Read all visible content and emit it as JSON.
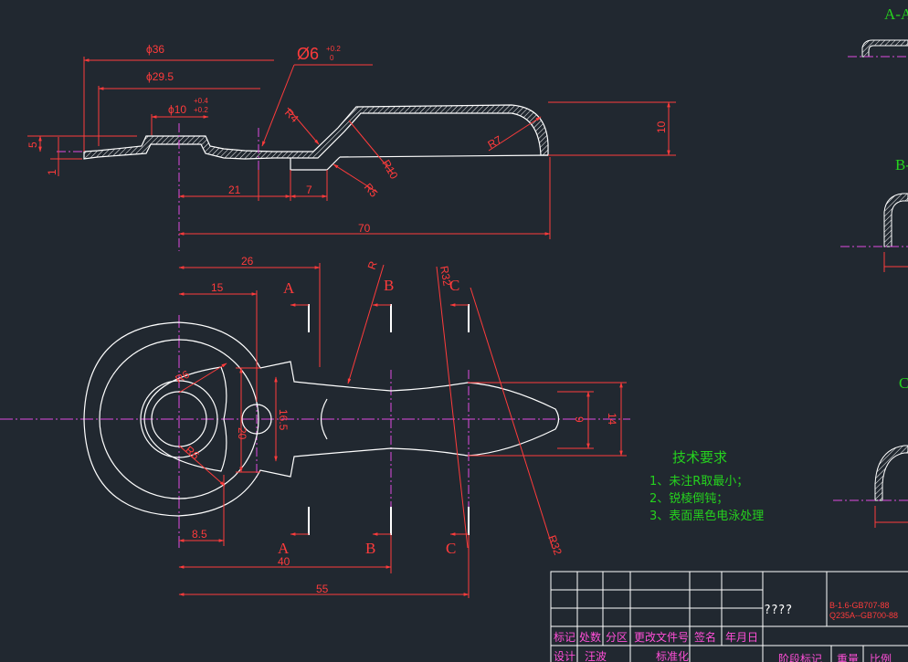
{
  "colors": {
    "background": "#212830",
    "outline": "#ffffff",
    "dimension": "#ff3b3b",
    "centerline": "#e04be0",
    "annotation": "#25d21e",
    "titleblock_magenta": "#ff4fd8"
  },
  "top_view": {
    "dia36": "ϕ36",
    "dia29_5": "ϕ29.5",
    "dia10": "ϕ10",
    "dia10_tol_upper": "+0.4",
    "dia10_tol_lower": "+0.2",
    "dia6": "Ø6",
    "dia6_tol_upper": "+0.2",
    "dia6_tol_lower": "0",
    "r4": "R4",
    "r7": "R7",
    "r10": "R10",
    "r5": "R5",
    "h5": "5",
    "t1": "1",
    "h10": "10",
    "l21": "21",
    "l7": "7",
    "l70": "70"
  },
  "plan_view": {
    "l26": "26",
    "l15": "15",
    "l8_5": "8.5",
    "l40": "40",
    "l55": "55",
    "r6a": "R6",
    "r6b": "R6",
    "r_top": "R",
    "r32a": "R32",
    "r32b": "R32",
    "w20": "20",
    "w16_5": "16.5",
    "w9": "9",
    "w14": "14",
    "sec_A_top": "A",
    "sec_B_top": "B",
    "sec_C_top": "C",
    "sec_A_bot": "A",
    "sec_B_bot": "B",
    "sec_C_bot": "C"
  },
  "section_views": {
    "aa": "A-A",
    "b": "B-",
    "c": "C"
  },
  "tech_requirements": {
    "title": "技术要求",
    "item1": "1、未注R取最小；",
    "item2": "2、锐棱倒钝；",
    "item3": "3、表面黑色电泳处理"
  },
  "title_block": {
    "part_name": "????",
    "material_line1": "B-1.6-GB707-88",
    "material_line2": "Q235A--GB700-88",
    "hdr_mark": "标记",
    "hdr_count": "处数",
    "hdr_zone": "分区",
    "hdr_docno": "更改文件号",
    "hdr_sign": "签名",
    "hdr_date": "年月日",
    "design_label": "设计",
    "designer": "汪波",
    "standardize": "标准化",
    "stage_mark": "阶段标记",
    "weight": "重量",
    "scale": "比例"
  }
}
